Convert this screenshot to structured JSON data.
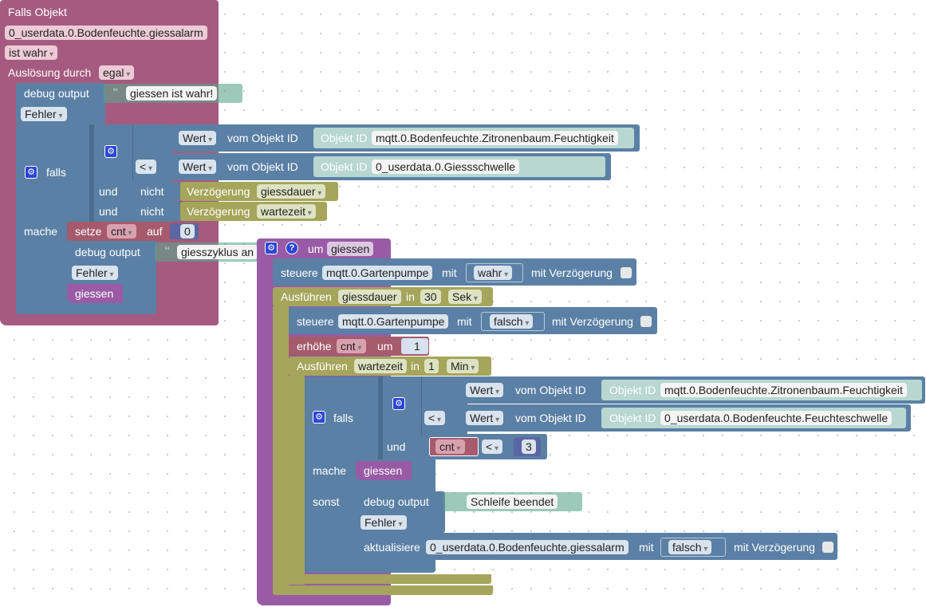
{
  "trigger": {
    "title": "Falls Objekt",
    "object_id": "0_userdata.0.Bodenfeuchte.giessalarm",
    "condition": "ist wahr",
    "trigger_by_label": "Auslösung durch",
    "trigger_by_value": "egal"
  },
  "debug1": {
    "label": "debug output",
    "text": "giessen ist wahr!",
    "level": "Fehler"
  },
  "if1": {
    "label": "falls",
    "cond1": {
      "value_label": "Wert",
      "from_label": "vom Objekt ID",
      "id_label": "Objekt ID",
      "id": "mqtt.0.Bodenfeuchte.Zitronenbaum.Feuchtigkeit"
    },
    "op": "<",
    "cond2": {
      "value_label": "Wert",
      "from_label": "vom Objekt ID",
      "id_label": "Objekt ID",
      "id": "0_userdata.0.Giessschwelle"
    },
    "and1": "und",
    "not1": "nicht",
    "delay1_label": "Verzögerung",
    "delay1_value": "giessdauer",
    "and2": "und",
    "not2": "nicht",
    "delay2_label": "Verzögerung",
    "delay2_value": "wartezeit",
    "do_label": "mache",
    "set_label": "setze",
    "set_var": "cnt",
    "set_to": "auf",
    "set_value": "0",
    "debug_label": "debug output",
    "debug_text": "giesszyklus an",
    "debug_level": "Fehler",
    "call": "giessen"
  },
  "func": {
    "to_label": "um",
    "name": "giessen",
    "control1": {
      "label": "steuere",
      "id": "mqtt.0.Gartenpumpe",
      "with": "mit",
      "value": "wahr",
      "delay": "mit Verzögerung"
    },
    "exec1": {
      "label": "Ausführen",
      "timer": "giessdauer",
      "in": "in",
      "amount": "30",
      "unit": "Sek"
    },
    "control2": {
      "label": "steuere",
      "id": "mqtt.0.Gartenpumpe",
      "with": "mit",
      "value": "falsch",
      "delay": "mit Verzögerung"
    },
    "inc": {
      "label": "erhöhe",
      "var": "cnt",
      "by": "um",
      "value": "1"
    },
    "exec2": {
      "label": "Ausführen",
      "timer": "wartezeit",
      "in": "in",
      "amount": "1",
      "unit": "Min"
    },
    "if2": {
      "label": "falls",
      "cond1": {
        "value_label": "Wert",
        "from_label": "vom Objekt ID",
        "id_label": "Objekt ID",
        "id": "mqtt.0.Bodenfeuchte.Zitronenbaum.Feuchtigkeit"
      },
      "op": "<",
      "cond2": {
        "value_label": "Wert",
        "from_label": "vom Objekt ID",
        "id_label": "Objekt ID",
        "id": "0_userdata.0.Bodenfeuchte.Feuchteschwelle"
      },
      "and": "und",
      "var": "cnt",
      "op2": "<",
      "limit": "3",
      "do_label": "mache",
      "call": "giessen",
      "else_label": "sonst",
      "debug_label": "debug output",
      "debug_text": "Schleife beendet",
      "debug_level": "Fehler",
      "update": {
        "label": "aktualisiere",
        "id": "0_userdata.0.Bodenfeuchte.giessalarm",
        "with": "mit",
        "value": "falsch",
        "delay": "mit Verzögerung"
      }
    }
  },
  "colors": {
    "event": "#a55b80",
    "system": "#5b80a5",
    "timer": "#a5a55b",
    "procedure": "#995ba5",
    "variable": "#a55b6b",
    "workspace_dots": "#c8c8c8"
  }
}
